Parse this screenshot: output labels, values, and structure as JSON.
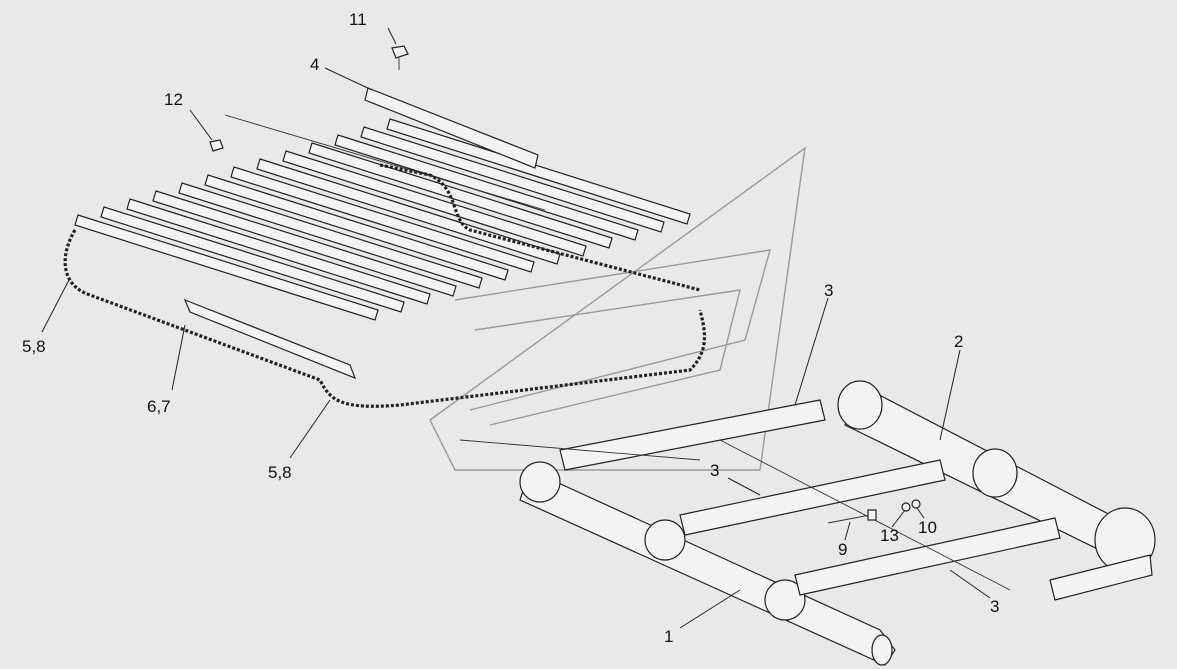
{
  "diagram": {
    "callouts": [
      {
        "id": "c11",
        "text": "11"
      },
      {
        "id": "c4",
        "text": "4"
      },
      {
        "id": "c12",
        "text": "12"
      },
      {
        "id": "c58a",
        "text": "5,8"
      },
      {
        "id": "c67",
        "text": "6,7"
      },
      {
        "id": "c58b",
        "text": "5,8"
      },
      {
        "id": "c3a",
        "text": "3"
      },
      {
        "id": "c2",
        "text": "2"
      },
      {
        "id": "c3b",
        "text": "3"
      },
      {
        "id": "c13",
        "text": "13"
      },
      {
        "id": "c10",
        "text": "10"
      },
      {
        "id": "c9",
        "text": "9"
      },
      {
        "id": "c3c",
        "text": "3"
      },
      {
        "id": "c1",
        "text": "1"
      }
    ],
    "colors": {
      "background": "#e9e9e9",
      "lines": "#222222",
      "watermark": "#9a9a9a"
    }
  }
}
